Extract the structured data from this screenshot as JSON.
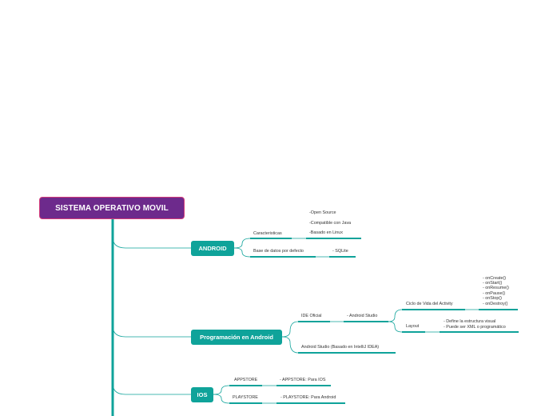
{
  "root": {
    "label": "SISTEMA OPERATIVO MOVIL"
  },
  "colors": {
    "root_fill": "#6d2a8c",
    "root_border": "#d43b7a",
    "branch": "#0fa39a",
    "text": "#333333"
  },
  "branches": {
    "android": {
      "label": "ANDROID",
      "caracteristicas": {
        "label": "Caracteristicas",
        "items": [
          "-Open Source",
          "-Compatible con Java",
          "-Basado en Linux"
        ]
      },
      "base_datos": {
        "label": "Base de datos por defecto",
        "value": "- SQLite"
      }
    },
    "programacion": {
      "label": "Programación en Android",
      "ide": {
        "label": "IDE Oficial",
        "value": "- Android Studio"
      },
      "ciclo": {
        "label": "Ciclo de Vida del Activity",
        "items": [
          "- onCreate()",
          "- onStart()",
          "- onResume()",
          "- onPause()",
          "- onStop()",
          "- onDestroy()"
        ]
      },
      "layout": {
        "label": "Layout",
        "items": [
          "- Define la estructura visual",
          "- Puede ser XML o programático"
        ]
      },
      "studio": {
        "label": "Android Studio (Basado en IntelliJ IDEA)"
      }
    },
    "ios": {
      "label": "IOS",
      "appstore": {
        "label": "APPSTORE",
        "value": "- APPSTORE: Para IOS"
      },
      "playstore": {
        "label": "PLAYSTORE",
        "value": "- PLAYSTORE: Para Android"
      }
    }
  }
}
